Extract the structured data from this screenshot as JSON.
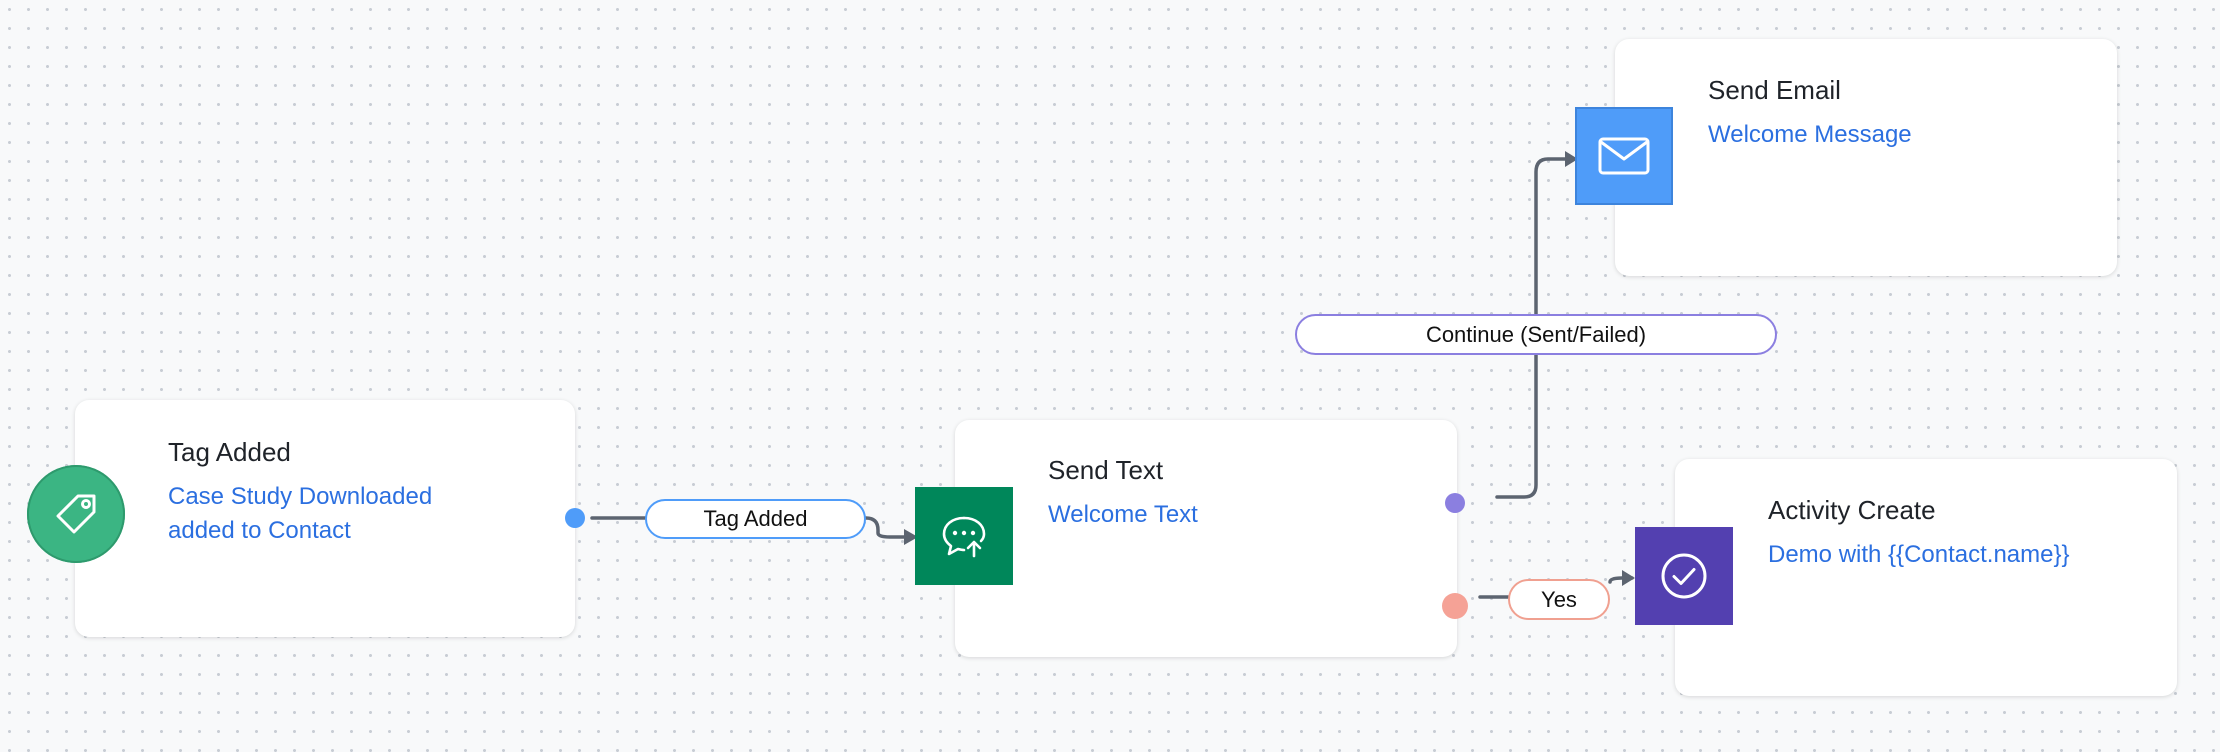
{
  "nodes": {
    "tag_added": {
      "title": "Tag Added",
      "desc_line1": "Case Study Downloaded",
      "desc_line2": "added to Contact",
      "icon": "tag-icon",
      "color": "#3bb583"
    },
    "send_text": {
      "title": "Send Text",
      "desc": "Welcome Text",
      "icon": "sms-icon",
      "color": "#00875a"
    },
    "send_email": {
      "title": "Send Email",
      "desc": "Welcome Message",
      "icon": "envelope-icon",
      "color": "#4f9cf9"
    },
    "activity_create": {
      "title": "Activity Create",
      "desc": "Demo with {{Contact.name}}",
      "icon": "check-circle-icon",
      "color": "#5340b0"
    }
  },
  "edges": {
    "tag_added": {
      "label": "Tag Added",
      "color": "#4f9cf9"
    },
    "continue": {
      "label": "Continue (Sent/Failed)",
      "color": "#8b7fe0"
    },
    "yes": {
      "label": "Yes",
      "color": "#f0a090"
    }
  },
  "colors": {
    "connector": "#5c6470",
    "link_text": "#2b6fe0"
  }
}
